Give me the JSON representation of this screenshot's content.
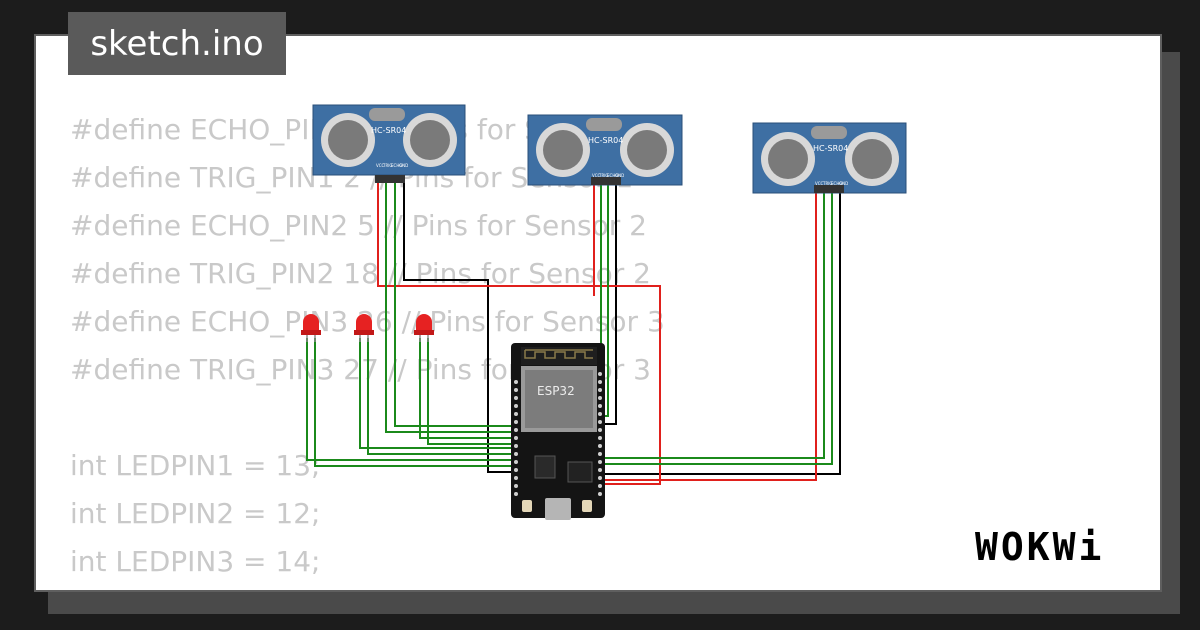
{
  "filename": "sketch.ino",
  "code_lines": [
    "#define ECHO_PIN1 4 // Pins for Sensor 1",
    "#define TRIG_PIN1 2 // Pins for Sensor 1",
    "#define ECHO_PIN2 5 // Pins for Sensor 2",
    "#define TRIG_PIN2 18 // Pins for Sensor 2",
    "#define ECHO_PIN3 26 // Pins for Sensor 3",
    "#define TRIG_PIN3 27 // Pins for Sensor 3",
    "",
    "int LEDPIN1 = 13;",
    "int LEDPIN2 = 12;",
    "int LEDPIN3 = 14;"
  ],
  "sensor_label": "HC-SR04",
  "sensor_pins": [
    "VCC",
    "TRIG",
    "ECHO",
    "GND"
  ],
  "mcu_label": "ESP32",
  "logo": "WOKWi",
  "colors": {
    "wire_red": "#e0201c",
    "wire_green": "#1b8a1b",
    "wire_black": "#000000",
    "sensor_blue": "#3e6fa3",
    "led_red": "#e62222"
  }
}
